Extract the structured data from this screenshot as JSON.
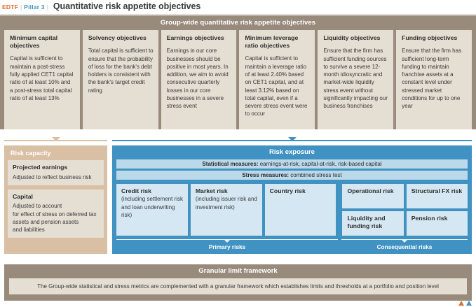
{
  "header": {
    "edtf": "EDTF",
    "separator": "|",
    "pillar": "Pillar 3",
    "title": "Quantitative risk appetite objectives"
  },
  "top_band": {
    "title": "Group-wide quantitative risk appetite objectives",
    "objectives": [
      {
        "title": "Minimum capital objectives",
        "body": "Capital is sufficient to maintain a post-stress fully applied CET1 capital ratio of at least 10% and a post-stress total capital ratio of at least 13%"
      },
      {
        "title": "Solvency objectives",
        "body": "Total capital is sufficient to ensure that the probability of loss for the bank's debt holders is consistent with the bank's target credit rating"
      },
      {
        "title": "Earnings objectives",
        "body": "Earnings in our core businesses should be positive in most years. In addition, we aim to avoid consecutive quarterly losses in our core businesses in a severe stress event"
      },
      {
        "title": "Minimum leverage ratio objectives",
        "body": "Capital is sufficient to maintain a leverage ratio of at least 2.40% based on CET1 capital, and at least 3.12% based on total capital, even if a severe stress event were to occur"
      },
      {
        "title": "Liquidity objectives",
        "body": "Ensure that the firm has sufficient funding sources to survive a severe 12-month idiosyncratic and market-wide liquidity stress event without significantly impacting our business franchises"
      },
      {
        "title": "Funding objectives",
        "body": "Ensure that the firm has sufficient long-term funding to maintain franchise assets at a constant level under stressed market conditions for up to one year"
      }
    ]
  },
  "risk_capacity": {
    "title": "Risk capacity",
    "cards": [
      {
        "title": "Projected earnings",
        "body": "Adjusted to reflect business risk"
      },
      {
        "title": "Capital",
        "body": "Adjusted to account\nfor effect of stress on deferred tax assets and pension assets\nand liabilities"
      }
    ]
  },
  "risk_exposure": {
    "title": "Risk exposure",
    "measures": [
      {
        "label": "Statistical measures:",
        "value": " earnings-at-risk, capital-at-risk, risk-based capital"
      },
      {
        "label": "Stress measures:",
        "value": " combined stress test"
      }
    ],
    "primary_risks": [
      {
        "title": "Credit risk",
        "body": "(including settlement risk and loan underwriting risk)"
      },
      {
        "title": "Market risk",
        "body": "(including issuer risk and investment risk)"
      },
      {
        "title": "Country risk",
        "body": ""
      }
    ],
    "consequential_risks": [
      {
        "title": "Operational risk"
      },
      {
        "title": "Structural FX risk"
      },
      {
        "title": "Liquidity and funding risk"
      },
      {
        "title": "Pension risk"
      }
    ],
    "primary_label": "Primary risks",
    "consequential_label": "Consequential risks"
  },
  "bottom": {
    "title": "Granular limit framework",
    "body": "The Group-wide statistical and stress metrics are complemented with a granular framework which establishes limits and thresholds at a portfolio and position level"
  },
  "colors": {
    "brown": "#998b7c",
    "tan": "#d9bfa3",
    "blue": "#3f92c2",
    "beige_card": "#e5ded3",
    "blue_card": "#d5e7f2",
    "measure_bar": "#bcd9ea",
    "accent_orange": "#e0702f",
    "accent_teal": "#3f92c2"
  }
}
